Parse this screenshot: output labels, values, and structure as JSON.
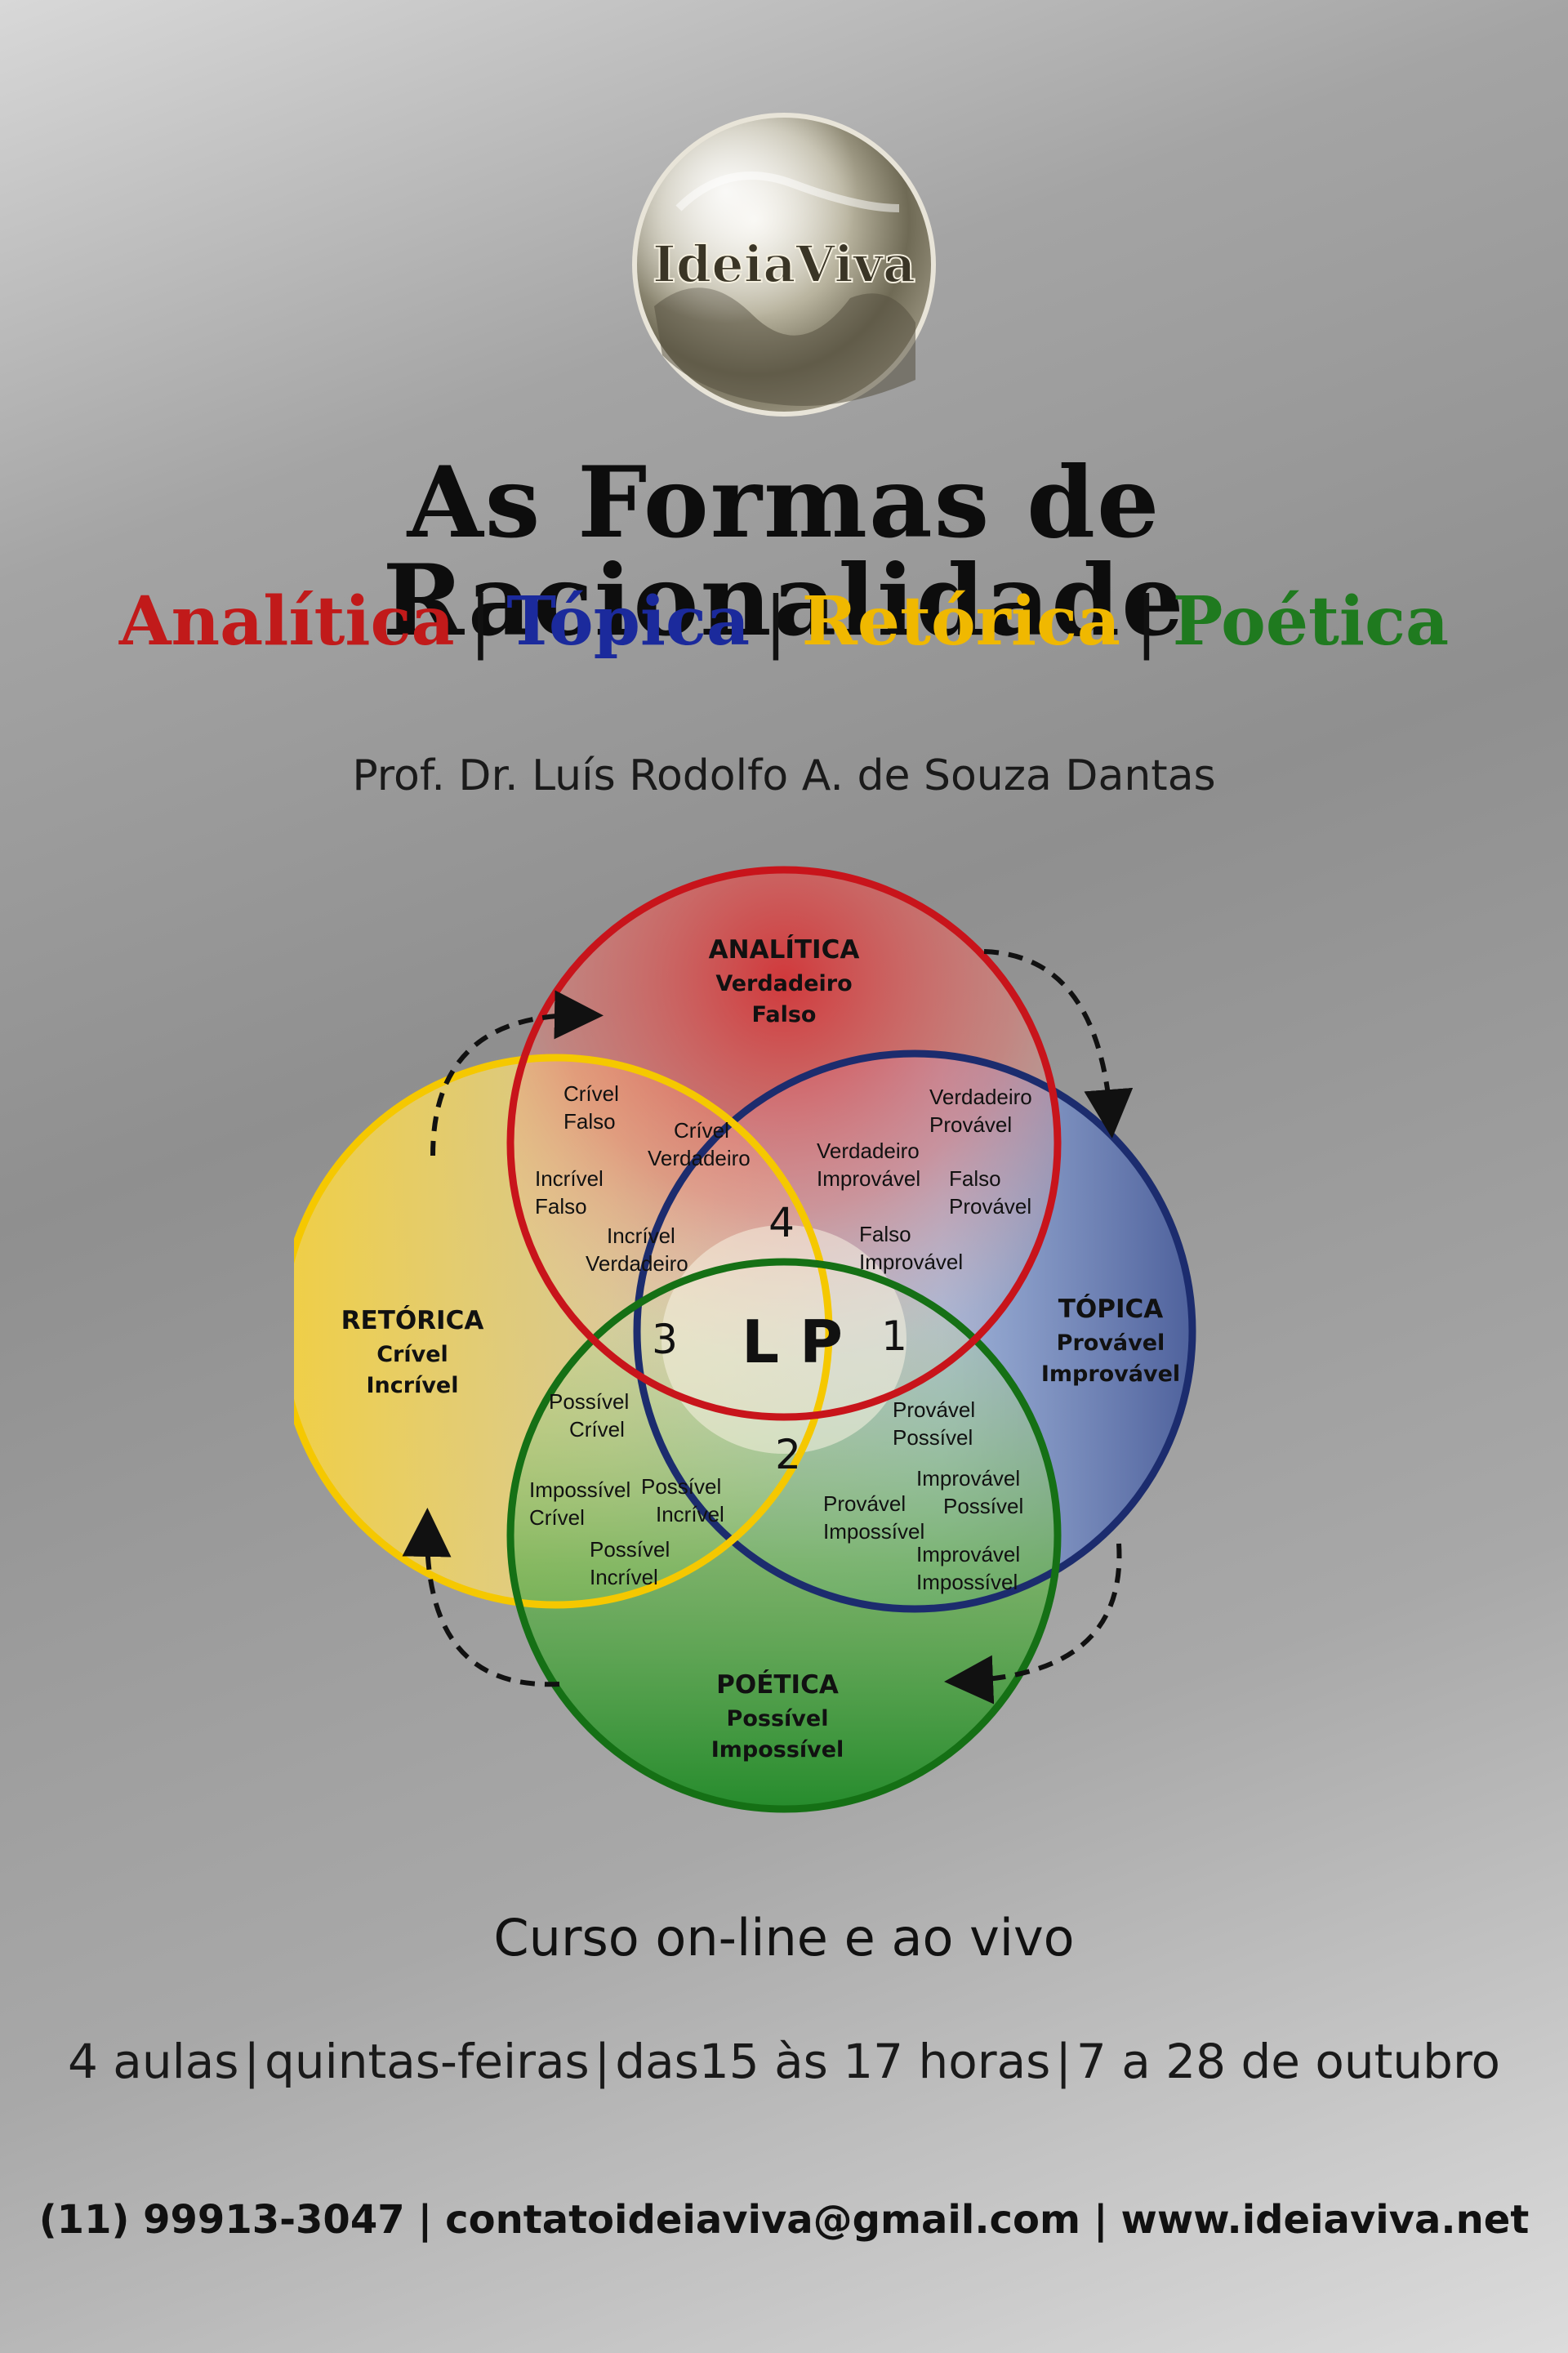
{
  "logo": {
    "text": "IdeiaViva"
  },
  "title": "As Formas de Racionalidade",
  "subtitle": {
    "analitica": "Analítica",
    "topica": "Tópica",
    "retorica": "Retórica",
    "poetica": "Poética",
    "separator": "|"
  },
  "professor": "Prof. Dr. Luís Rodolfo A. de Souza Dantas",
  "diagram": {
    "circles": {
      "analitica": {
        "title": "ANALÍTICA",
        "line1": "Verdadeiro",
        "line2": "Falso",
        "color": "#c8141b"
      },
      "topica": {
        "title": "TÓPICA",
        "line1": "Provável",
        "line2": "Improvável",
        "color": "#1c2c6e"
      },
      "retorica": {
        "title": "RETÓRICA",
        "line1": "Crível",
        "line2": "Incrível",
        "color": "#f5c800"
      },
      "poetica": {
        "title": "POÉTICA",
        "line1": "Possível",
        "line2": "Impossível",
        "color": "#157015"
      }
    },
    "regions": {
      "ar1": [
        "Crível",
        "Falso"
      ],
      "ar2": [
        "Crível",
        "Verdadeiro"
      ],
      "ar3": [
        "Incrível",
        "Falso"
      ],
      "ar4": [
        "Incrível",
        "Verdadeiro"
      ],
      "at1": [
        "Verdadeiro",
        "Provável"
      ],
      "at2": [
        "Verdadeiro",
        "Improvável"
      ],
      "at3": [
        "Falso",
        "Provável"
      ],
      "at4": [
        "Falso",
        "Improvável"
      ],
      "rp1": [
        "Possível",
        "Crível"
      ],
      "rp2": [
        "Impossível",
        "Crível"
      ],
      "rp3": [
        "Possível",
        "Incrível"
      ],
      "rp4": [
        "Possível",
        "Incrível"
      ],
      "tp1": [
        "Provável",
        "Possível"
      ],
      "tp2": [
        "Improvável",
        "Possível"
      ],
      "tp3": [
        "Provável",
        "Impossível"
      ],
      "tp4": [
        "Improvável",
        "Impossível"
      ]
    },
    "numbers": {
      "n1": "1",
      "n2": "2",
      "n3": "3",
      "n4": "4"
    },
    "center": "L P"
  },
  "course": "Curso on-line e ao vivo",
  "schedule": {
    "sessions": "4 aulas",
    "days": "quintas-feiras",
    "hours": "das15 às 17 horas",
    "dates": "7 a 28 de outubro",
    "separator": "|"
  },
  "contact": {
    "phone": "(11) 99913-3047",
    "email": "contatoideiaviva@gmail.com",
    "website": "www.ideiaviva.net",
    "separator": "|"
  }
}
